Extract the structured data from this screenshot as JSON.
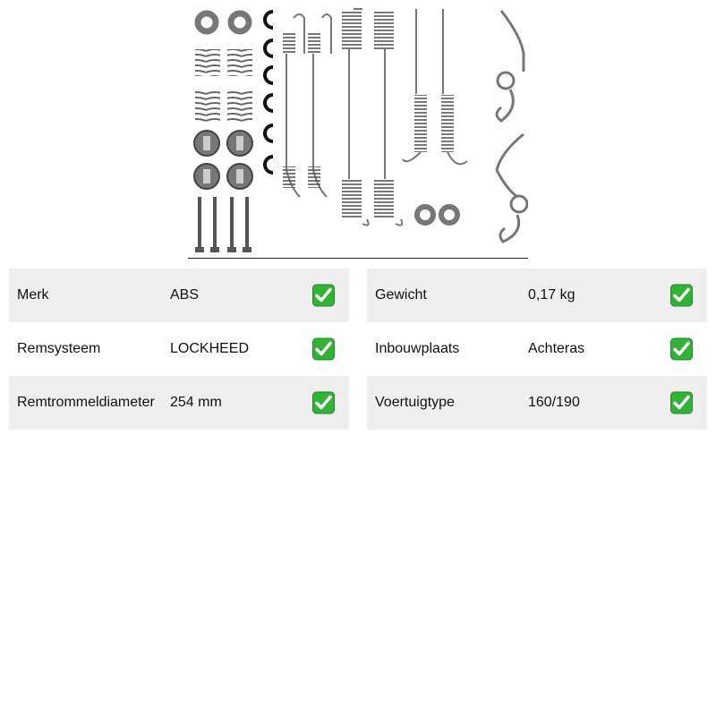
{
  "product": {
    "image_icon": "brake-shoe-fitting-kit-illustration"
  },
  "specs_left": [
    {
      "label": "Merk",
      "value": "ABS"
    },
    {
      "label": "Remsysteem",
      "value": "LOCKHEED"
    },
    {
      "label": "Remtrommeldiameter",
      "value": "254 mm"
    }
  ],
  "specs_right": [
    {
      "label": "Gewicht",
      "value": "0,17 kg"
    },
    {
      "label": "Inbouwplaats",
      "value": "Achteras"
    },
    {
      "label": "Voertuigtype",
      "value": "160/190"
    }
  ],
  "icons": {
    "check": "check-mark-icon"
  },
  "colors": {
    "row_shade": "#efefef",
    "check_green": "#2fb533"
  }
}
